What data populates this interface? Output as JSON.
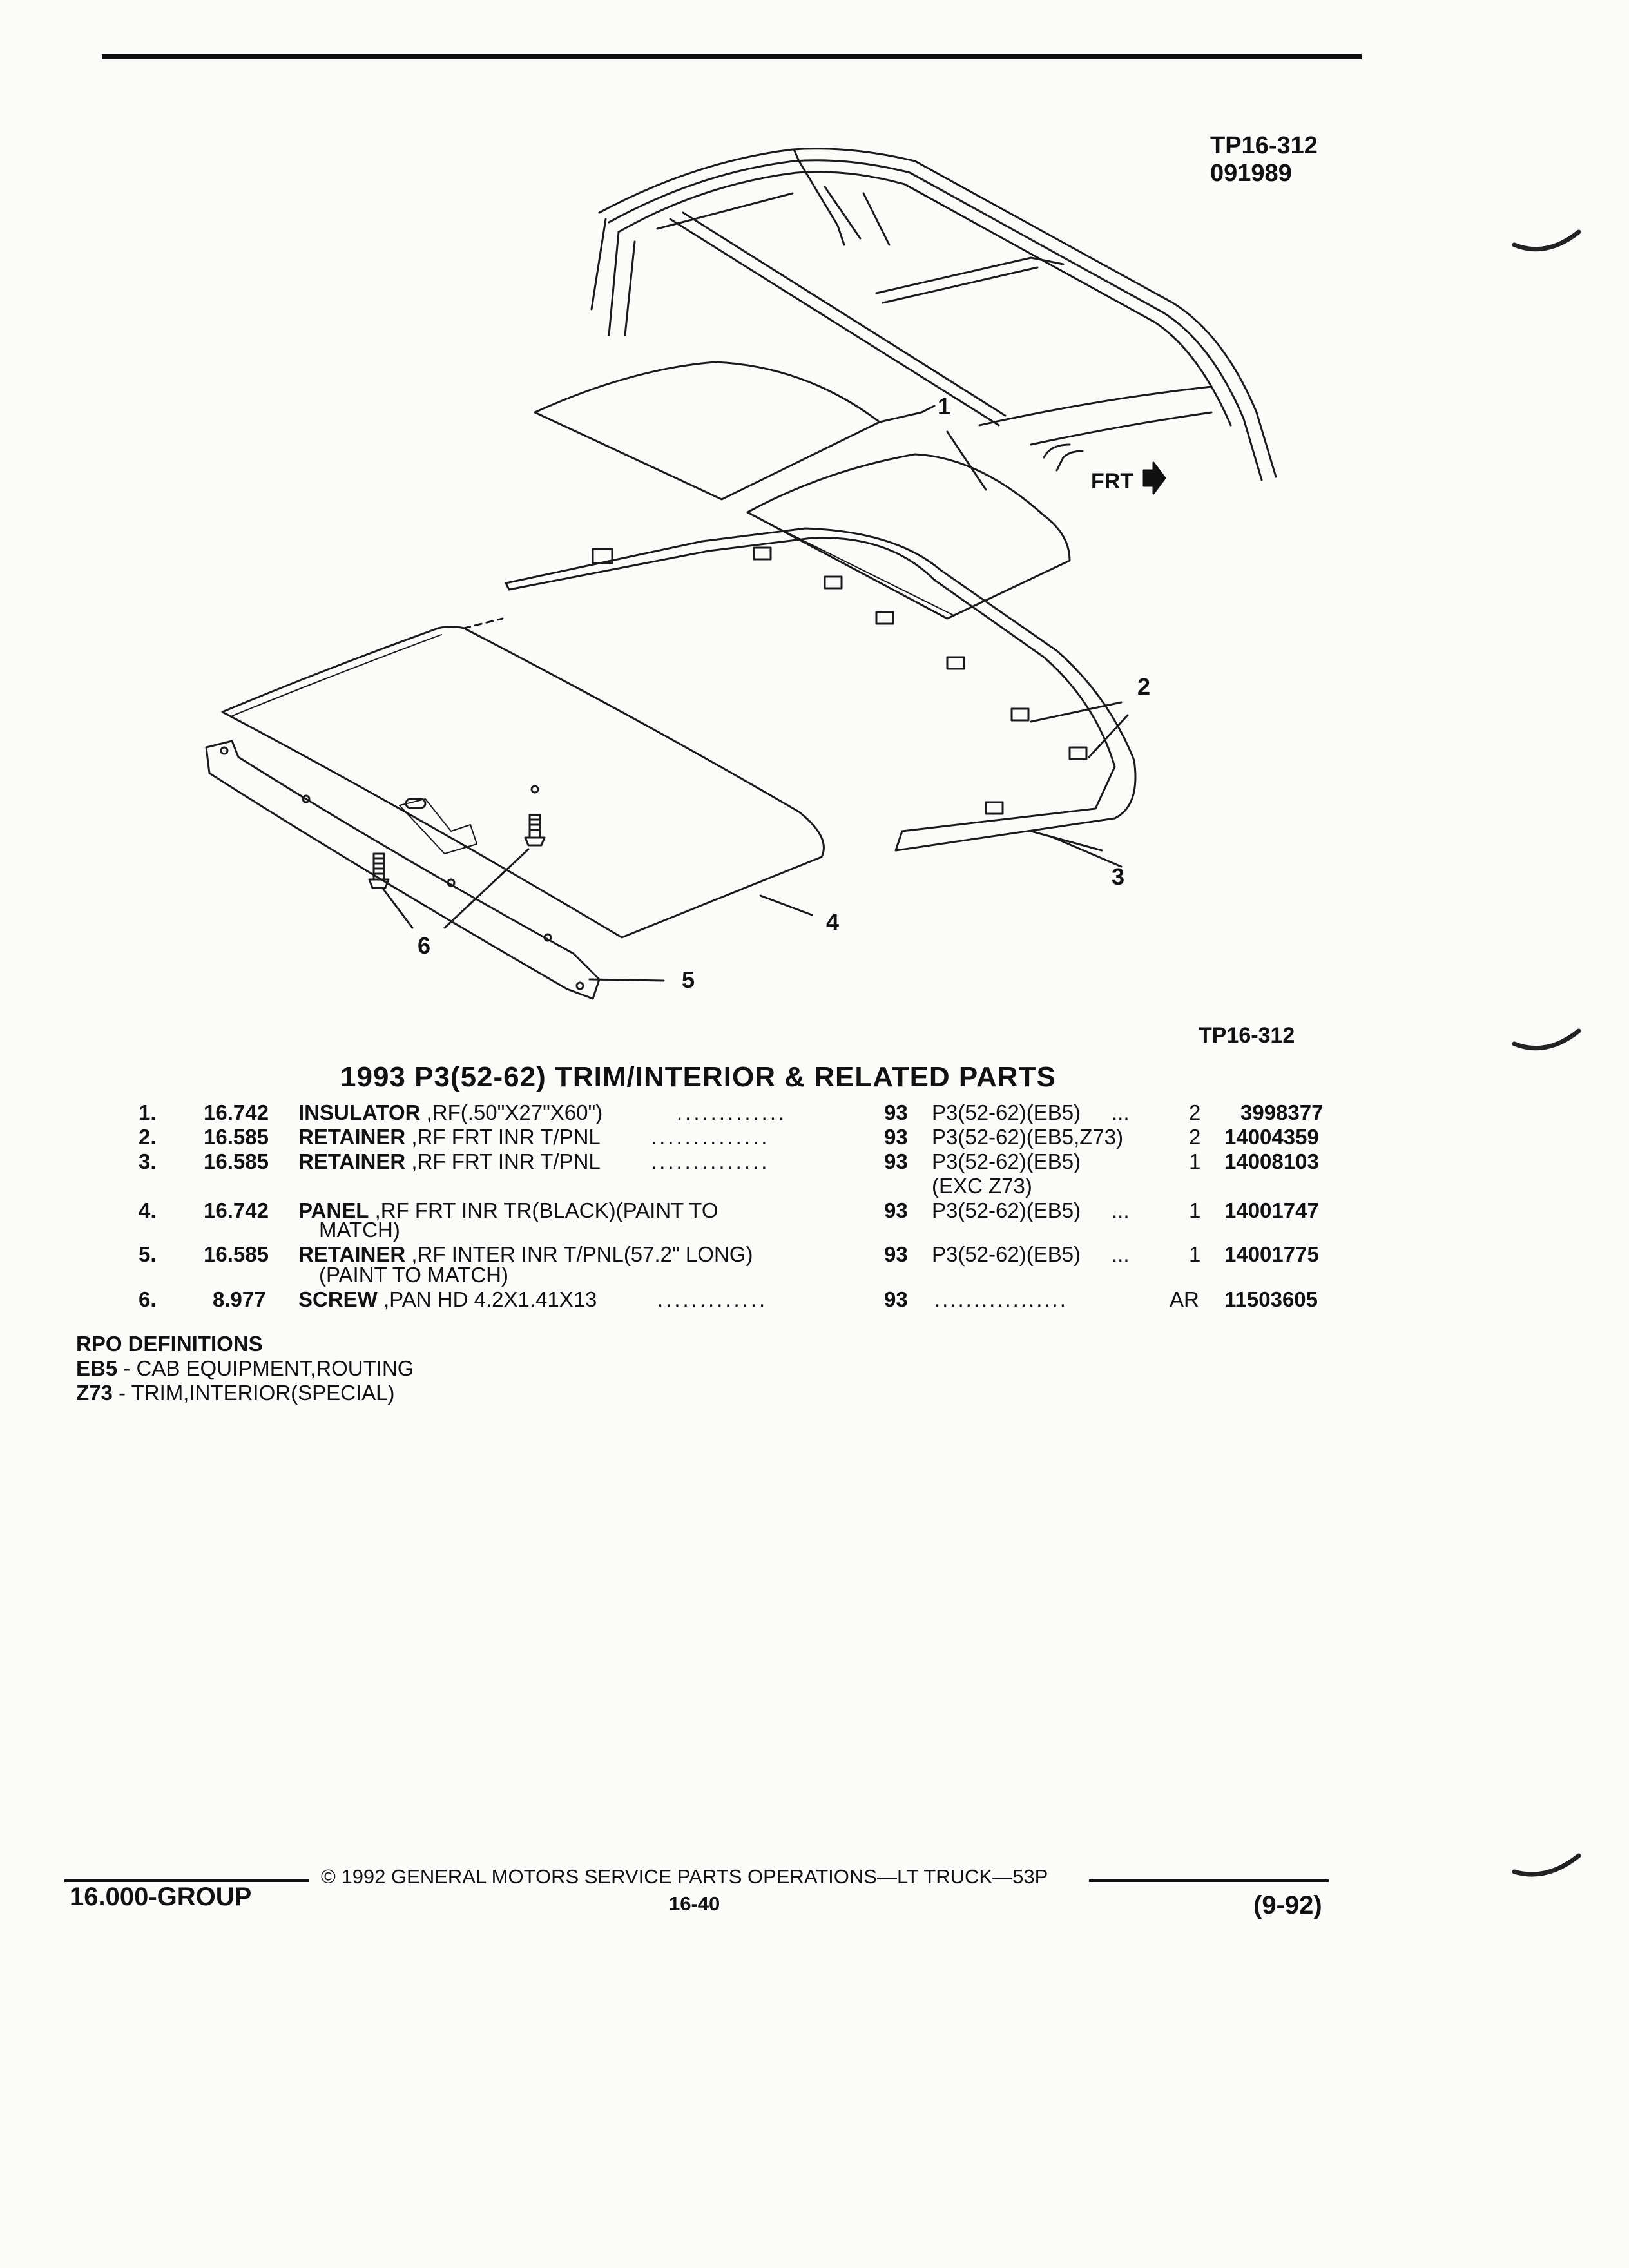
{
  "header": {
    "code": "TP16-312",
    "date": "091989"
  },
  "diagram": {
    "direction_label": "FRT",
    "callouts": [
      "1",
      "2",
      "3",
      "4",
      "5",
      "6"
    ],
    "ref_code": "TP16-312"
  },
  "table": {
    "title": "1993 P3(52-62) TRIM/INTERIOR & RELATED PARTS",
    "rows": [
      {
        "no": "1.",
        "group": "16.742",
        "name": "INSULATOR",
        "desc": " ,RF(.50\"X27\"X60\")",
        "dots": ".............",
        "year": "93",
        "model": "P3(52-62)(EB5)",
        "model_dots": "...",
        "qty": "2",
        "part": "3998377"
      },
      {
        "no": "2.",
        "group": "16.585",
        "name": "RETAINER",
        "desc": " ,RF FRT INR T/PNL",
        "dots": "..............",
        "year": "93",
        "model": "P3(52-62)(EB5,Z73)",
        "model_dots": "",
        "qty": "2",
        "part": "14004359"
      },
      {
        "no": "3.",
        "group": "16.585",
        "name": "RETAINER",
        "desc": " ,RF FRT INR T/PNL",
        "dots": "..............",
        "year": "93",
        "model": "P3(52-62)(EB5)",
        "model_dots": "",
        "qty": "1",
        "part": "14008103",
        "model_cont": "(EXC Z73)"
      },
      {
        "no": "4.",
        "group": "16.742",
        "name": "PANEL",
        "desc": " ,RF FRT INR TR(BLACK)(PAINT TO",
        "dots": "",
        "year": "93",
        "model": "P3(52-62)(EB5)",
        "model_dots": "...",
        "qty": "1",
        "part": "14001747",
        "desc_cont": "MATCH)"
      },
      {
        "no": "5.",
        "group": "16.585",
        "name": "RETAINER",
        "desc": " ,RF INTER INR T/PNL(57.2\" LONG)",
        "dots": "",
        "year": "93",
        "model": "P3(52-62)(EB5)",
        "model_dots": "...",
        "qty": "1",
        "part": "14001775",
        "desc_cont": "(PAINT TO MATCH)"
      },
      {
        "no": "6.",
        "group": "8.977",
        "name": "SCREW",
        "desc": " ,PAN HD 4.2X1.41X13",
        "dots": ".............",
        "year": "93",
        "model": "",
        "model_dots": ".................",
        "qty": "AR",
        "part": "11503605"
      }
    ]
  },
  "rpo": {
    "heading": "RPO DEFINITIONS",
    "items": [
      {
        "code": "EB5",
        "text": " - CAB EQUIPMENT,ROUTING"
      },
      {
        "code": "Z73",
        "text": " - TRIM,INTERIOR(SPECIAL)"
      }
    ]
  },
  "footer": {
    "copyright": "© 1992 GENERAL MOTORS SERVICE PARTS OPERATIONS—LT TRUCK—53P",
    "group": "16.000-GROUP",
    "page": "16-40",
    "date": "(9-92)"
  }
}
